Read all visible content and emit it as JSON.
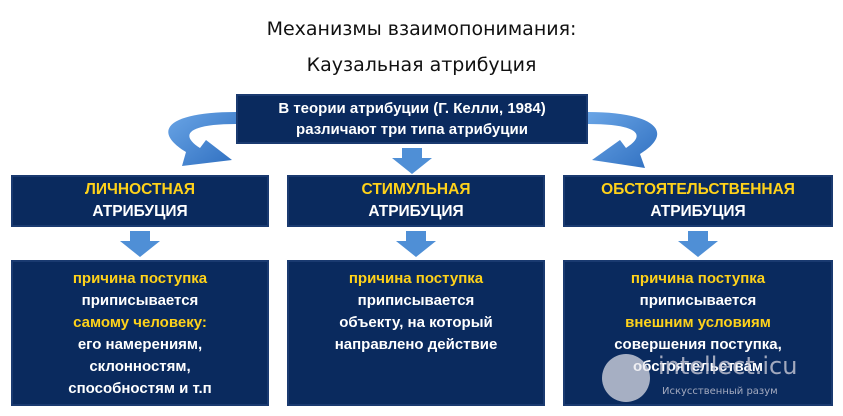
{
  "title": {
    "line1": "Механизмы взаимопонимания:",
    "line2": "Каузальная атрибуция"
  },
  "top_box": {
    "line1": "В теории атрибуции (Г. Келли, 1984)",
    "line2": "различают три типа атрибуции"
  },
  "categories": [
    {
      "line1": "ЛИЧНОСТНАЯ",
      "line2": "АТРИБУЦИЯ"
    },
    {
      "line1": "СТИМУЛЬНАЯ",
      "line2": "АТРИБУЦИЯ"
    },
    {
      "line1": "ОБСТОЯТЕЛЬСТВЕННАЯ",
      "line2": "АТРИБУЦИЯ"
    }
  ],
  "descriptions": [
    {
      "lines": [
        "причина поступка",
        "приписывается",
        "самому человеку:",
        "его намерениям,",
        "склонностям,",
        "способностям и т.п"
      ]
    },
    {
      "lines": [
        "причина поступка",
        "приписывается",
        "объекту, на который",
        "направлено действие"
      ]
    },
    {
      "lines": [
        "причина поступка",
        "приписывается",
        "внешним условиям",
        "совершения поступка,",
        "обстоятельствам"
      ]
    }
  ],
  "watermark": {
    "brand": "intellect.icu",
    "tagline": "Искусственный разум"
  },
  "colors": {
    "box_fill": "#0a2a5e",
    "highlight": "#ffd21a",
    "arrow": "#4f8fd6"
  }
}
